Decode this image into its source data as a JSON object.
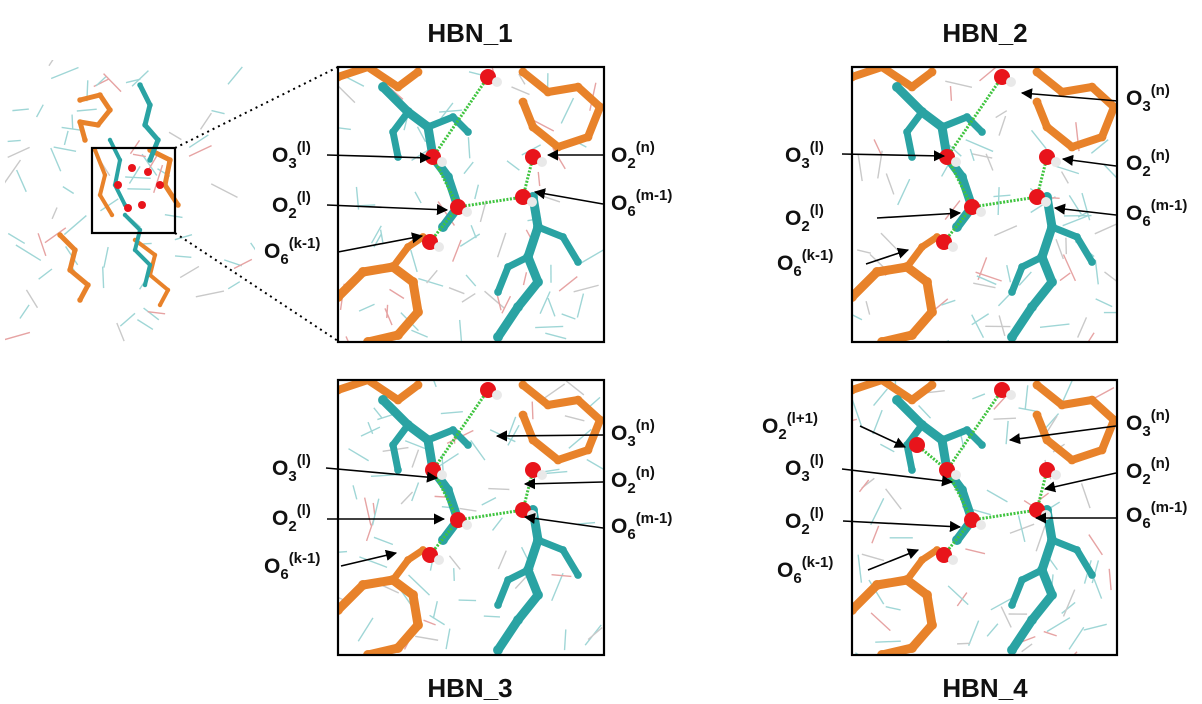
{
  "colors": {
    "orange": "#e8822a",
    "orange_dark": "#c96a18",
    "teal": "#2aa3a3",
    "teal_dark": "#1b8080",
    "oxygen": "#e8141b",
    "hydrogen": "#e9e9e9",
    "hbond": "#3fc43f",
    "frame": "#000000"
  },
  "panels": [
    {
      "id": "hbn1",
      "title": "HBN_1",
      "labels": [
        {
          "base": "O",
          "sub": "3",
          "sup": "(l)"
        },
        {
          "base": "O",
          "sub": "2",
          "sup": "(l)"
        },
        {
          "base": "O",
          "sub": "6",
          "sup": "(k-1)"
        },
        {
          "base": "O",
          "sub": "2",
          "sup": "(n)"
        },
        {
          "base": "O",
          "sub": "6",
          "sup": "(m-1)"
        }
      ]
    },
    {
      "id": "hbn2",
      "title": "HBN_2",
      "labels": [
        {
          "base": "O",
          "sub": "3",
          "sup": "(n)"
        },
        {
          "base": "O",
          "sub": "3",
          "sup": "(l)"
        },
        {
          "base": "O",
          "sub": "2",
          "sup": "(n)"
        },
        {
          "base": "O",
          "sub": "2",
          "sup": "(l)"
        },
        {
          "base": "O",
          "sub": "6",
          "sup": "(m-1)"
        },
        {
          "base": "O",
          "sub": "6",
          "sup": "(k-1)"
        }
      ]
    },
    {
      "id": "hbn3",
      "title": "HBN_3",
      "labels": [
        {
          "base": "O",
          "sub": "3",
          "sup": "(n)"
        },
        {
          "base": "O",
          "sub": "3",
          "sup": "(l)"
        },
        {
          "base": "O",
          "sub": "2",
          "sup": "(n)"
        },
        {
          "base": "O",
          "sub": "2",
          "sup": "(l)"
        },
        {
          "base": "O",
          "sub": "6",
          "sup": "(m-1)"
        },
        {
          "base": "O",
          "sub": "6",
          "sup": "(k-1)"
        }
      ]
    },
    {
      "id": "hbn4",
      "title": "HBN_4",
      "labels": [
        {
          "base": "O",
          "sub": "2",
          "sup": "(l+1)"
        },
        {
          "base": "O",
          "sub": "3",
          "sup": "(n)"
        },
        {
          "base": "O",
          "sub": "3",
          "sup": "(l)"
        },
        {
          "base": "O",
          "sub": "2",
          "sup": "(n)"
        },
        {
          "base": "O",
          "sub": "2",
          "sup": "(l)"
        },
        {
          "base": "O",
          "sub": "6",
          "sup": "(m-1)"
        },
        {
          "base": "O",
          "sub": "6",
          "sup": "(k-1)"
        }
      ]
    }
  ]
}
